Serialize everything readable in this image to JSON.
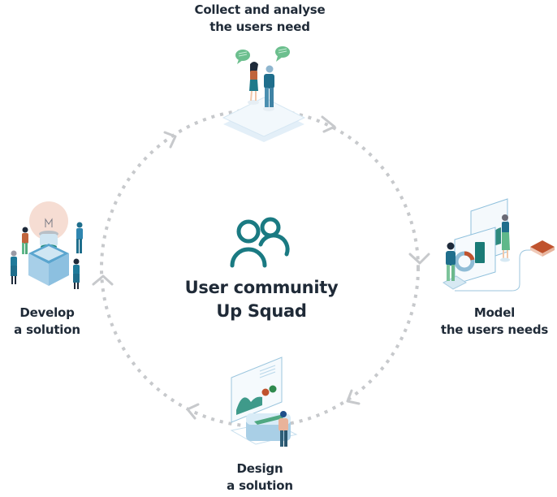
{
  "center": {
    "icon": "users-group-icon",
    "line1": "User community",
    "line2": "Up Squad"
  },
  "stages": [
    {
      "id": "collect",
      "line1": "Collect and analyse",
      "line2": "the users need",
      "icon": "conversation-illustration"
    },
    {
      "id": "model",
      "line1": "Model",
      "line2": "the users needs",
      "icon": "modeling-charts-illustration"
    },
    {
      "id": "design",
      "line1": "Design",
      "line2": "a solution",
      "icon": "design-screen-illustration"
    },
    {
      "id": "develop",
      "line1": "Develop",
      "line2": "a solution",
      "icon": "lightbulb-team-illustration"
    }
  ],
  "cycle": {
    "direction": "clockwise",
    "style": "dashed-circle-with-arrows"
  },
  "colors": {
    "text": "#1f2a37",
    "accent_teal": "#1a7a82",
    "dash_gray": "#c7c9cc",
    "light_blue": "#dcecf7",
    "green": "#5fb88a",
    "orange": "#c0532e"
  }
}
